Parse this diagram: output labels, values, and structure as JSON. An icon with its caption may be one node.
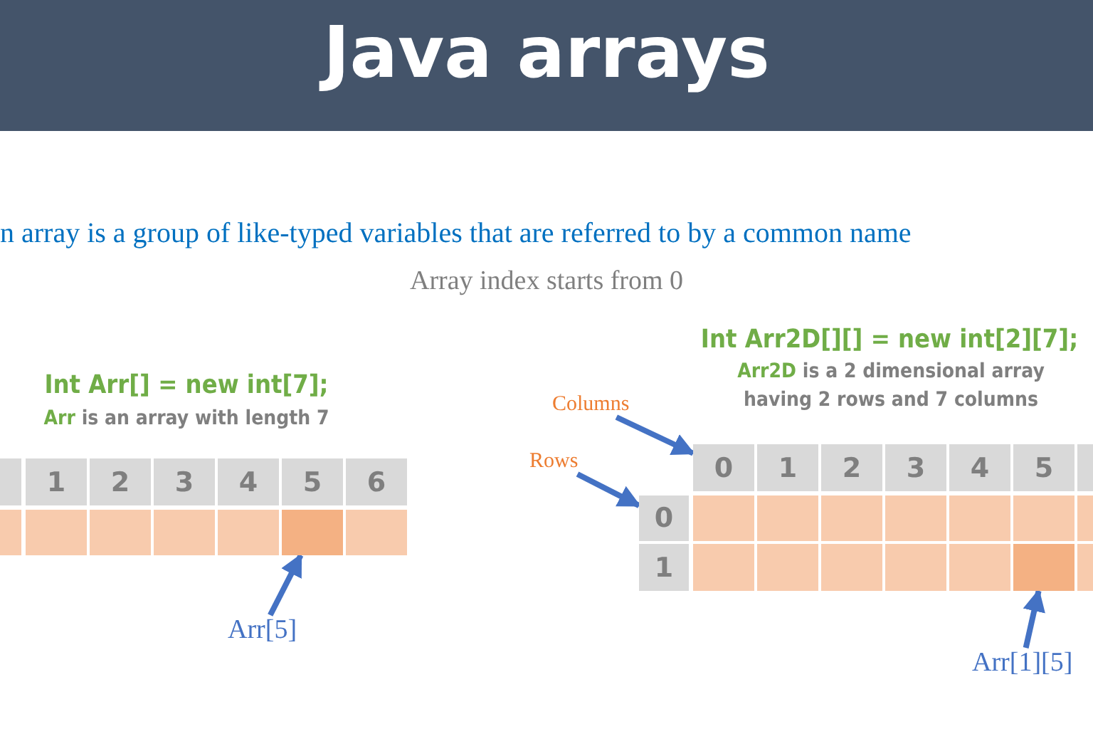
{
  "diagram": {
    "title": "Java arrays",
    "nodes": [
      {
        "text": [],
        "shape": "box"
      },
      {
        "text": [
          "1"
        ]
      },
      {
        "text": [
          "2"
        ]
      },
      {
        "text": [
          "3"
        ]
      },
      {
        "text": [
          "4"
        ]
      },
      {
        "text": [
          "5"
        ]
      },
      {
        "text": [
          "6"
        ]
      },
      {
        "text": [],
        "shape": "box"
      },
      {
        "text": [],
        "shape": "box"
      },
      {
        "text": [],
        "shape": "box"
      },
      {
        "text": [],
        "shape": "box"
      },
      {
        "text": [],
        "shape": "box"
      },
      {
        "text": [],
        "shape": "box"
      },
      {
        "text": [],
        "shape": "box"
      },
      {
        "text": [
          "Arr[5]"
        ]
      },
      {
        "text": [
          "Columns"
        ]
      },
      {
        "text": [
          "Rows"
        ]
      },
      {
        "text": [
          "0"
        ]
      },
      {
        "text": [
          "1"
        ]
      },
      {
        "text": [
          "2"
        ]
      },
      {
        "text": [
          "3"
        ]
      },
      {
        "text": [
          "4"
        ]
      },
      {
        "text": [
          "5"
        ]
      },
      {
        "text": [],
        "shape": "box"
      },
      {
        "text": [
          "0"
        ]
      },
      {
        "text": [],
        "shape": "box"
      },
      {
        "text": [],
        "shape": "box"
      },
      {
        "text": [],
        "shape": "box"
      },
      {
        "text": [],
        "shape": "box"
      },
      {
        "text": [],
        "shape": "box"
      },
      {
        "text": [],
        "shape": "box"
      },
      {
        "text": [],
        "shape": "box"
      },
      {
        "text": [
          "1"
        ]
      },
      {
        "text": [],
        "shape": "box"
      },
      {
        "text": [],
        "shape": "box"
      },
      {
        "text": [],
        "shape": "box"
      },
      {
        "text": [],
        "shape": "box"
      },
      {
        "text": [],
        "shape": "box"
      },
      {
        "text": [],
        "shape": "box"
      },
      {
        "text": [],
        "shape": "box"
      },
      {
        "text": [
          "Arr[1][5]"
        ]
      }
    ],
    "edges": [
      {
        "from": 14,
        "to": 12,
        "arrow": "to"
      },
      {
        "from": 15,
        "to": 17,
        "arrow": "to"
      },
      {
        "from": 16,
        "to": 24,
        "arrow": "to"
      },
      {
        "from": 40,
        "to": 38,
        "arrow": "to"
      }
    ],
    "labels": [
      "n array is a group of like-typed variables that are referred to by a common name",
      "Array index starts from 0",
      "Int Arr[] = new int[7];",
      "Arr is an array with length 7",
      "Int Arr2D[][] = new int[2][7];",
      "Arr2D is a 2 dimensional array having 2 rows and 7 columns"
    ]
  }
}
